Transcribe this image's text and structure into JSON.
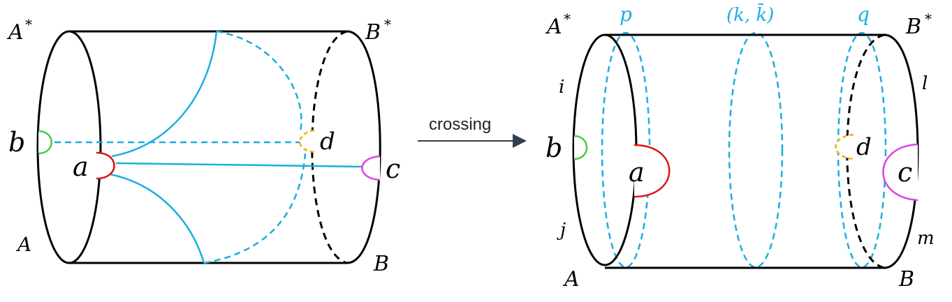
{
  "left_diagram": {
    "corner_labels": {
      "top_left": "A",
      "top_left_sup": "*",
      "top_right": "B",
      "top_right_sup": "*",
      "bottom_left": "A",
      "bottom_right": "B"
    },
    "puncture_labels": {
      "b": "b",
      "a": "a",
      "d": "d",
      "c": "c"
    }
  },
  "arrow": {
    "label": "crossing"
  },
  "right_diagram": {
    "corner_labels": {
      "top_left": "A",
      "top_left_sup": "*",
      "top_right": "B",
      "top_right_sup": "*",
      "bottom_left": "A",
      "bottom_right": "B"
    },
    "side_labels": {
      "i": "i",
      "j": "j",
      "l": "l",
      "m": "m"
    },
    "loop_labels": {
      "p": "p",
      "kk": "(k, k̄)",
      "q": "q"
    },
    "puncture_labels": {
      "b": "b",
      "a": "a",
      "d": "d",
      "c": "c"
    }
  },
  "colors": {
    "outline": "#000000",
    "curve_blue": "#1aaee0",
    "puncture_b": "#44cc44",
    "puncture_a": "#dd1111",
    "puncture_d": "#f0b000",
    "puncture_c": "#dd44dd",
    "arrow": "#2f4050"
  }
}
